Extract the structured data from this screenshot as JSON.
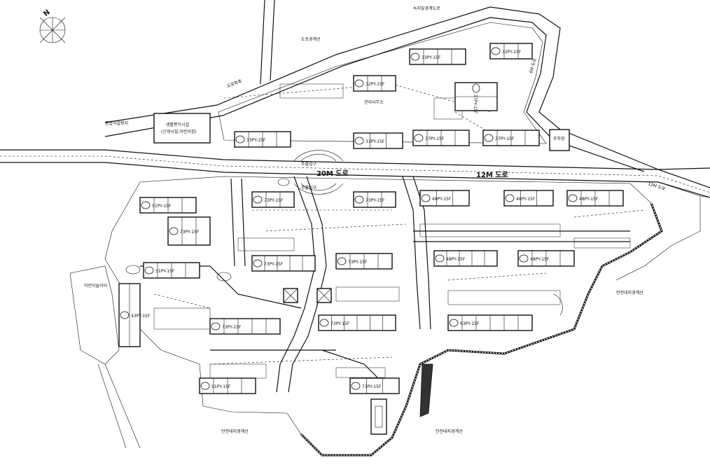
{
  "compass": {
    "north_label": "N",
    "icon": "north-arrow-compass-icon"
  },
  "labels": {
    "road_20m": "20M 도로",
    "road_12m_right": "12M 도로",
    "road_12m_far": "12M 도로",
    "road_top_left": "도로확폭",
    "road_small_top": "6M 도로",
    "main_gate_top": "주출입구",
    "main_gate_bottom": "주출입구",
    "facility_building": "생활편익시설",
    "facility_building_sub": "(근생시설,어린이집)",
    "facility_left": "종합시설용지",
    "top_note": "도로경계선",
    "top_right_note": "녹지및경계도로",
    "retaining_wall_right": "안전대지경계선",
    "retaining_wall_bottom_left": "안전대지경계선",
    "retaining_wall_bottom_right": "안전대지경계선",
    "school_note": "관리사무소",
    "pump_house": "주차장",
    "park_note": "어린이놀이터"
  },
  "unit_labels": [
    "33PY-15F",
    "32PY-15F",
    "33PY-15F",
    "37PY-15F",
    "32PY-15F",
    "33PY-15F",
    "37PY-15F",
    "37PY-15F",
    "48PY-15F",
    "48PY-15F",
    "48PY-15F",
    "73PY-15F",
    "73PY-15F",
    "48PY-15F",
    "48PY-15F",
    "73PY-15F",
    "73PY-15F",
    "51PY-15F",
    "51PY-15F",
    "73PY-15F",
    "73PY-15F",
    "63PY-15F",
    "73PY-15F",
    "51PY-15F",
    "73PY-15F",
    "43PY-15F"
  ]
}
